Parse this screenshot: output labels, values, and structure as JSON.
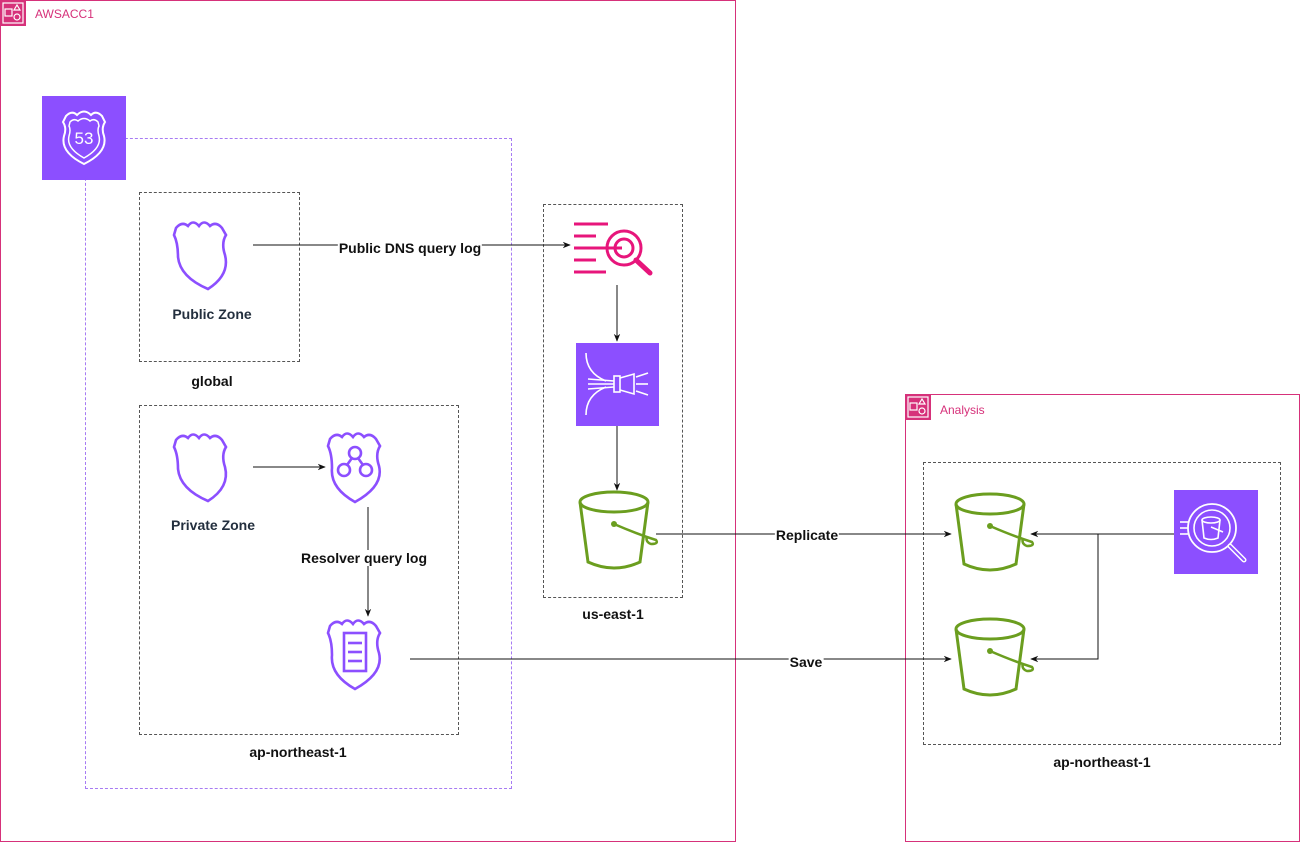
{
  "accounts": {
    "main": {
      "title": "AWSACC1",
      "icon": "aws-account-icon"
    },
    "analysis": {
      "title": "Analysis",
      "icon": "aws-account-icon"
    }
  },
  "groups": {
    "route53": {
      "icon": "route53-icon",
      "icon_text": "53"
    },
    "global": {
      "label": "global"
    },
    "ap_northeast_1_left": {
      "label": "ap-northeast-1"
    },
    "us_east_1": {
      "label": "us-east-1"
    },
    "ap_northeast_1_right": {
      "label": "ap-northeast-1"
    }
  },
  "nodes": {
    "public_zone": {
      "label": "Public Zone",
      "icon": "hosted-zone-icon"
    },
    "private_zone": {
      "label": "Private Zone",
      "icon": "hosted-zone-icon"
    },
    "resolver": {
      "icon": "route53-resolver-icon"
    },
    "resolver_query_logging": {
      "icon": "resolver-query-logging-icon"
    },
    "cloudwatch_logs": {
      "icon": "cloudwatch-logs-icon"
    },
    "firehose": {
      "icon": "kinesis-firehose-icon"
    },
    "s3_us_east": {
      "icon": "s3-bucket-icon"
    },
    "s3_replica": {
      "icon": "s3-bucket-icon"
    },
    "s3_saved": {
      "icon": "s3-bucket-icon"
    },
    "athena": {
      "icon": "athena-query-icon"
    }
  },
  "edges": {
    "public_dns_query_log": "Public DNS query log",
    "resolver_query_log": "Resolver query log",
    "replicate": "Replicate",
    "save": "Save"
  },
  "colors": {
    "account_border": "#D6317A",
    "route53_purple": "#8C4FFF",
    "s3_green": "#6B9E1F",
    "cloudwatch_pink": "#E7157B",
    "zone_label": "#232F3E"
  }
}
